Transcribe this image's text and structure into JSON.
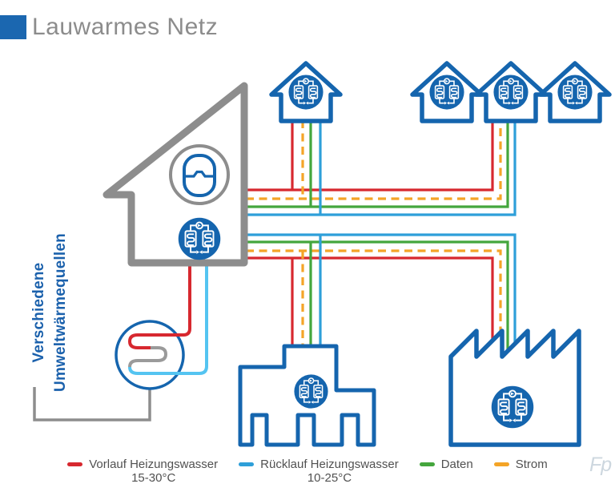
{
  "header": {
    "title": "Lauwarmes Netz"
  },
  "left_label": {
    "line1": "Verschiedene",
    "line2": "Umweltwärmequellen"
  },
  "legend": {
    "items": [
      {
        "name": "vorlauf",
        "label": "Vorlauf Heizungswasser",
        "temp": "15-30°C",
        "color": "#d7282f"
      },
      {
        "name": "ruecklauf",
        "label": "Rücklauf Heizungswasser",
        "temp": "10-25°C",
        "color": "#2e9fd9"
      },
      {
        "name": "daten",
        "label": "Daten",
        "temp": "",
        "color": "#44a63d"
      },
      {
        "name": "strom",
        "label": "Strom",
        "temp": "",
        "color": "#f4a427"
      }
    ]
  },
  "colors": {
    "accent_blue": "#1b67b0",
    "building_blue": "#1565ae",
    "vorlauf_red": "#d7282f",
    "ruecklauf_blue": "#2e9fd9",
    "daten_green": "#44a63d",
    "strom_orange": "#f4a427",
    "source_lightblue": "#54c4f1",
    "house_gray": "#8d8d8d",
    "title_gray": "#8c8c8c"
  },
  "icons": {
    "heat_pump": "heat-pump-icon",
    "buffer_tank": "buffer-tank-icon",
    "ground_loop": "ground-loop-coil-icon"
  },
  "watermark": "Fp"
}
